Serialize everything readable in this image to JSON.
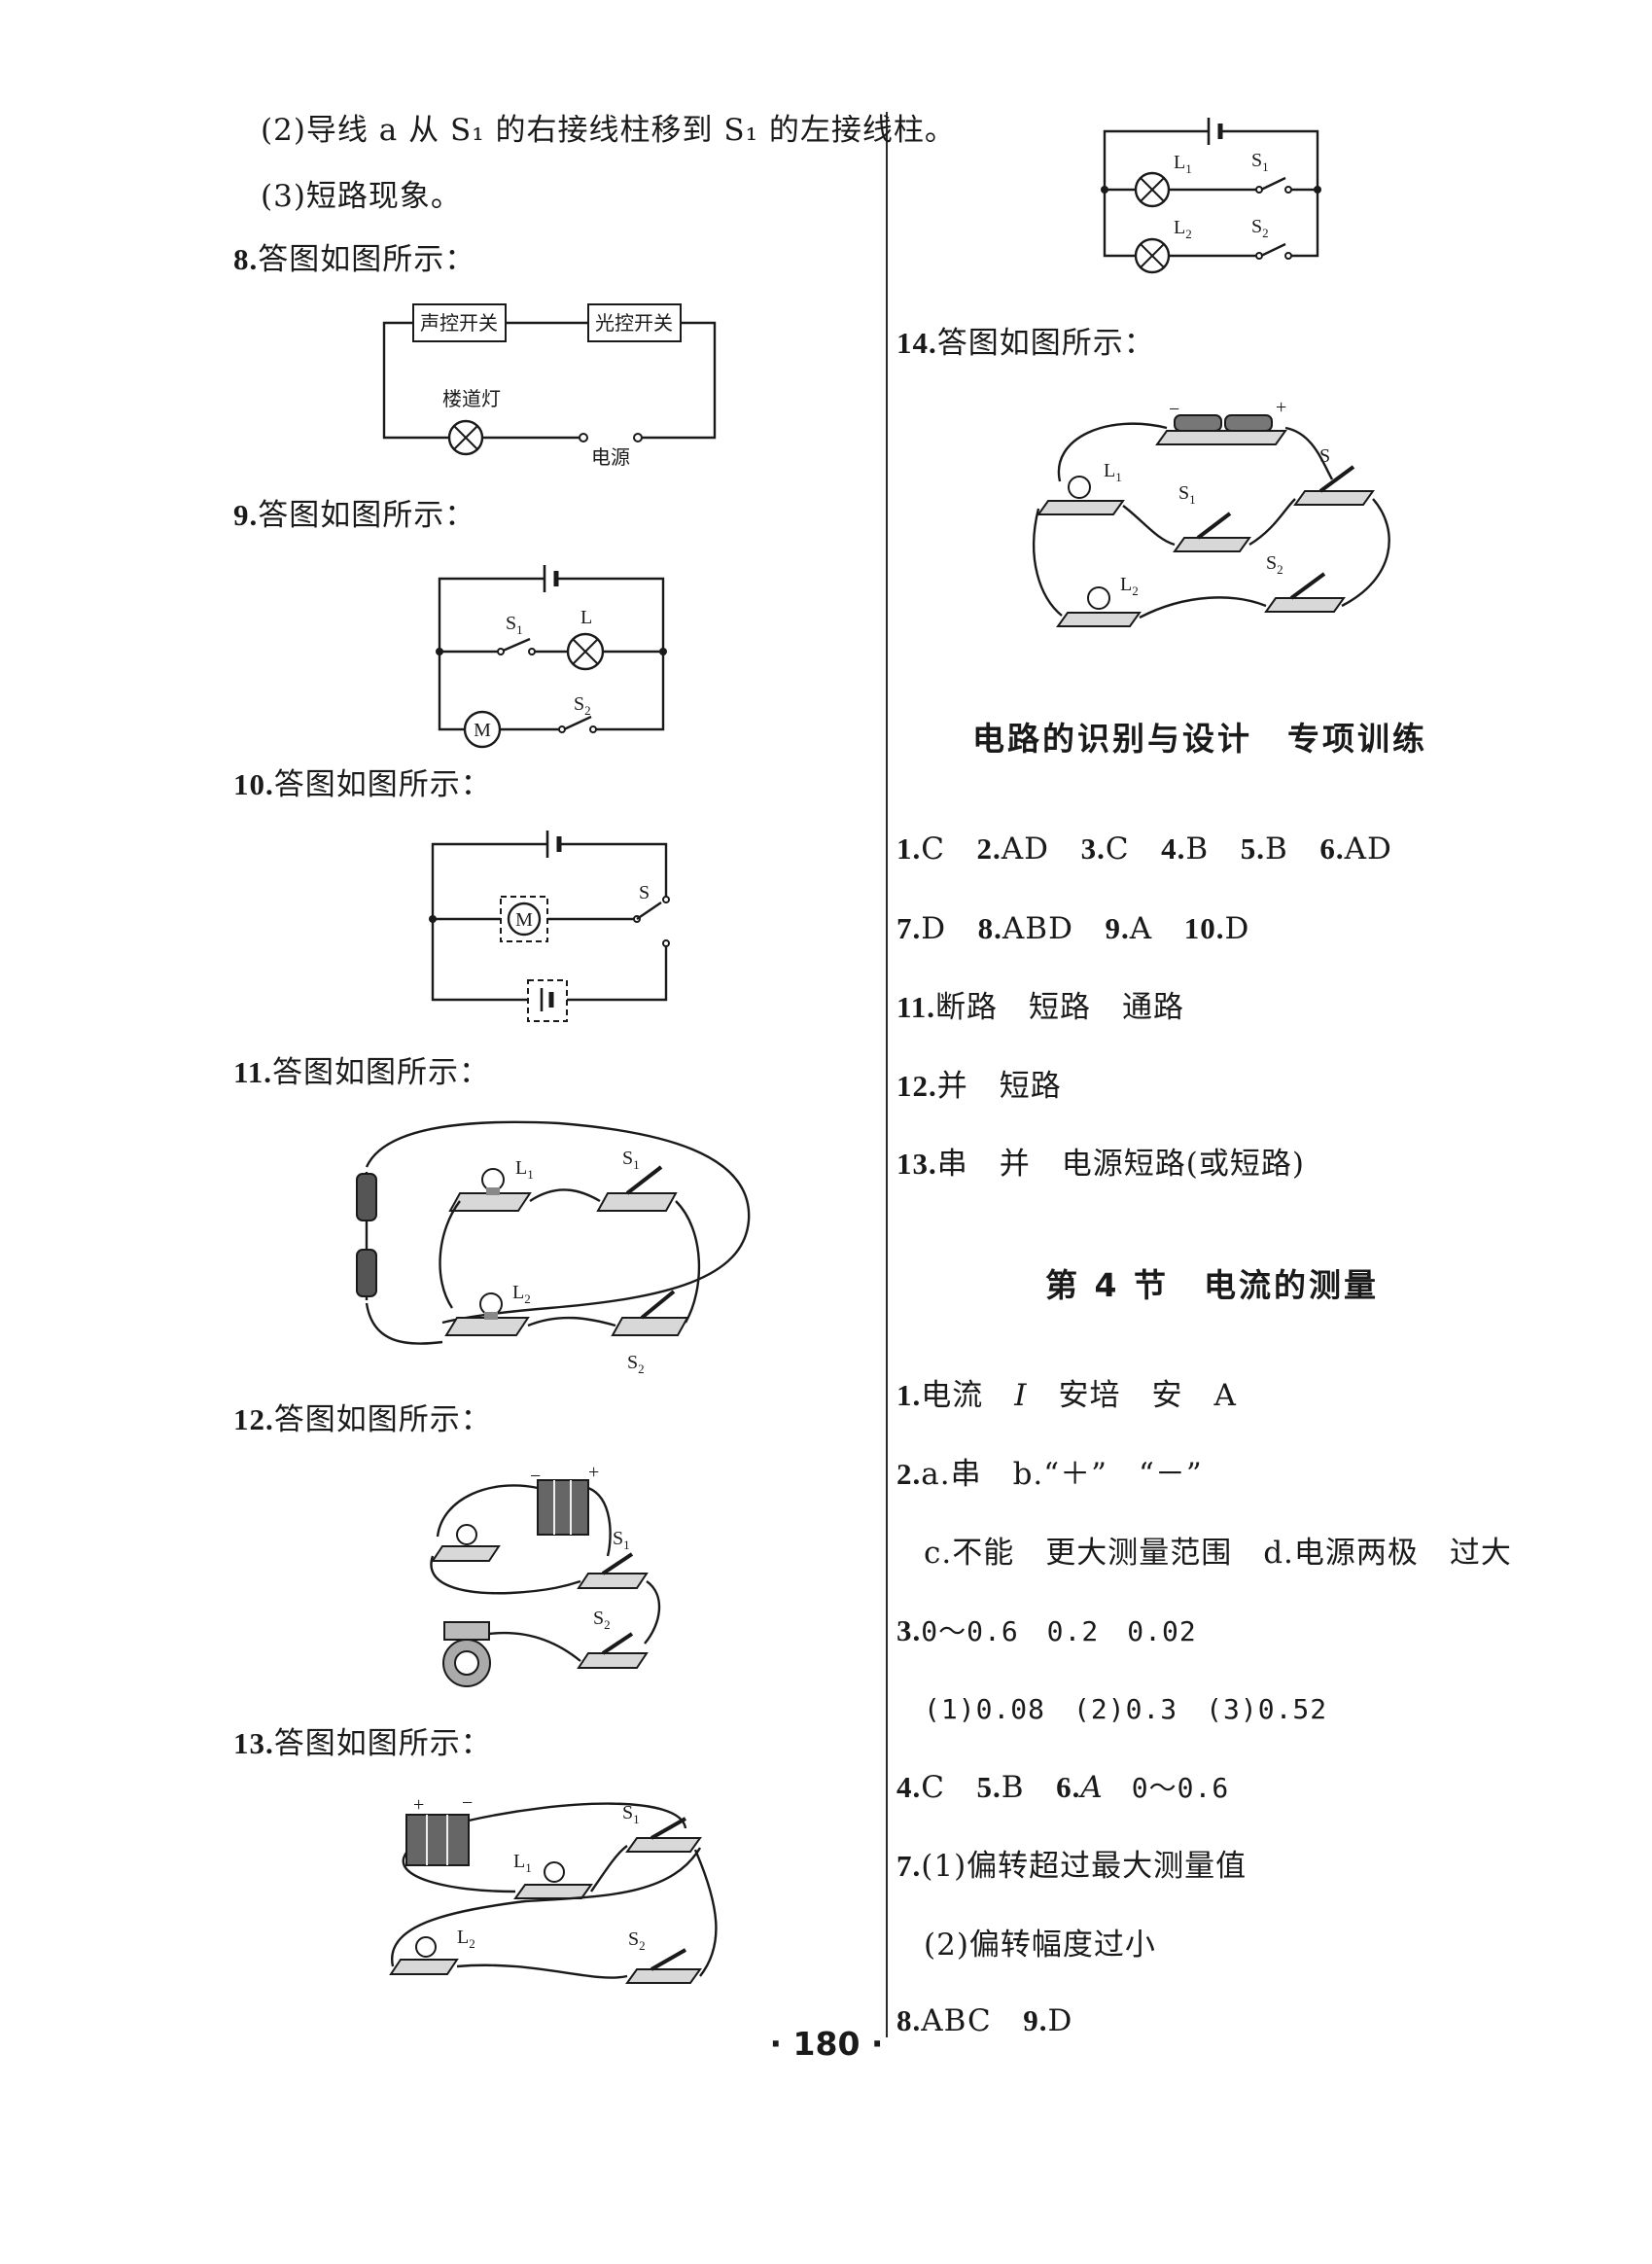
{
  "left": {
    "line1": "(2)导线 a 从 S₁ 的右接线柱移到 S₁ 的左接线柱。",
    "line2": "(3)短路现象。",
    "q8": {
      "num": "8.",
      "text": "答图如图所示：",
      "box1": "声控开关",
      "box2": "光控开关",
      "lamp_label": "楼道灯",
      "source_label": "电源"
    },
    "q9": {
      "num": "9.",
      "text": "答图如图所示：",
      "s1": "S",
      "s1_sub": "1",
      "lamp": "L",
      "motor": "M",
      "s2": "S",
      "s2_sub": "2"
    },
    "q10": {
      "num": "10.",
      "text": "答图如图所示：",
      "motor": "M",
      "switch": "S"
    },
    "q11": {
      "num": "11.",
      "text": "答图如图所示：",
      "l1": "L",
      "l1_sub": "1",
      "l2": "L",
      "l2_sub": "2",
      "s1": "S",
      "s1_sub": "1",
      "s2": "S",
      "s2_sub": "2"
    },
    "q12": {
      "num": "12.",
      "text": "答图如图所示：",
      "s1": "S",
      "s1_sub": "1",
      "s2": "S",
      "s2_sub": "2",
      "minus": "−",
      "plus": "+"
    },
    "q13": {
      "num": "13.",
      "text": "答图如图所示：",
      "l1": "L",
      "l1_sub": "1",
      "l2": "L",
      "l2_sub": "2",
      "s1": "S",
      "s1_sub": "1",
      "s2": "S",
      "s2_sub": "2",
      "plus": "+",
      "minus": "−"
    }
  },
  "right": {
    "top_circuit": {
      "l1": "L",
      "l1_sub": "1",
      "s1": "S",
      "s1_sub": "1",
      "l2": "L",
      "l2_sub": "2",
      "s2": "S",
      "s2_sub": "2"
    },
    "q14": {
      "num": "14.",
      "text": "答图如图所示：",
      "l1": "L",
      "l1_sub": "1",
      "l2": "L",
      "l2_sub": "2",
      "s": "S",
      "s1": "S",
      "s1_sub": "1",
      "s2": "S",
      "s2_sub": "2",
      "minus": "−",
      "plus": "+"
    },
    "section1_title": "电路的识别与设计　专项训练",
    "s1_answers": [
      {
        "num": "1.",
        "ans": "C"
      },
      {
        "num": "2.",
        "ans": "AD"
      },
      {
        "num": "3.",
        "ans": "C"
      },
      {
        "num": "4.",
        "ans": "B"
      },
      {
        "num": "5.",
        "ans": "B"
      },
      {
        "num": "6.",
        "ans": "AD"
      },
      {
        "num": "7.",
        "ans": "D"
      },
      {
        "num": "8.",
        "ans": "ABD"
      },
      {
        "num": "9.",
        "ans": "A"
      },
      {
        "num": "10.",
        "ans": "D"
      }
    ],
    "s1_q11": {
      "num": "11.",
      "text": "断路　短路　通路"
    },
    "s1_q12": {
      "num": "12.",
      "text": "并　短路"
    },
    "s1_q13": {
      "num": "13.",
      "text": "串　并　电源短路(或短路)"
    },
    "section2_title": "第 4 节　电流的测量",
    "s2_q1": {
      "num": "1.",
      "text": "电流　",
      "italic": "I",
      "text2": "　安培　安　A"
    },
    "s2_q2": {
      "num": "2.",
      "text": "a.串　b.“＋”　“－”"
    },
    "s2_q2b": "c.不能　更大测量范围　d.电源两极　过大",
    "s2_q3": {
      "num": "3.",
      "text": "0～0.6　0.2　0.02"
    },
    "s2_q3b": "(1)0.08　(2)0.3　(3)0.52",
    "s2_q4": {
      "num4": "4.",
      "a4": "C",
      "num5": "5.",
      "a5": "B",
      "num6": "6.",
      "a6": "A",
      "a6b": "　0～0.6"
    },
    "s2_q7": {
      "num": "7.",
      "text": "(1)偏转超过最大测量值"
    },
    "s2_q7b": "(2)偏转幅度过小",
    "s2_q8": {
      "num8": "8.",
      "a8": "ABC",
      "num9": "9.",
      "a9": "D"
    }
  },
  "page_number": "· 180 ·"
}
